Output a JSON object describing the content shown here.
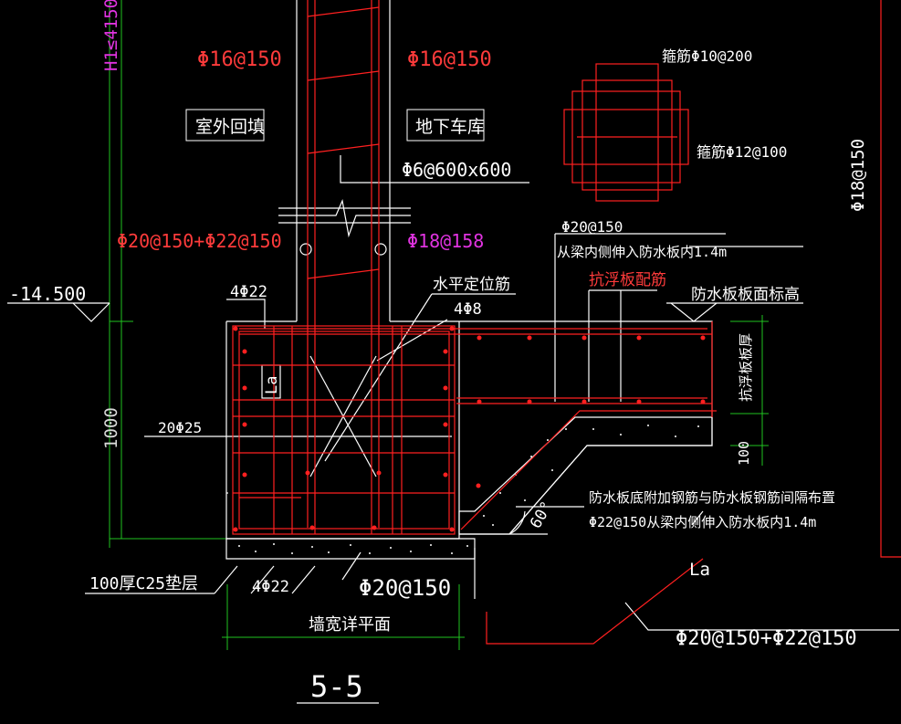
{
  "colors": {
    "background": "#000000",
    "rebar": "#ff2020",
    "dimension": "#21c221",
    "annotation": "#ffffff",
    "highlight": "#e033e0",
    "concrete": "#ffffff"
  },
  "labels": {
    "h1_limit": "H1≤4150",
    "rebar_phi16_left": "Φ16@150",
    "rebar_phi16_right": "Φ16@150",
    "room_outdoor_backfill": "室外回填",
    "room_garage": "地下车库",
    "tie_phi6": "Φ6@600x600",
    "rebar_phi20_22_left": "Φ20@150+Φ22@150",
    "rebar_phi18_158": "Φ18@158",
    "stirrup_phi10": "箍筋Φ10@200",
    "stirrup_phi12": "箍筋Φ12@100",
    "rebar_phi18_vertical": "Φ18@150",
    "rebar_phi20_top": "Φ20@150",
    "extend_note_top": "从梁内侧伸入防水板内1.4m",
    "uplift_slab_rebar": "抗浮板配筋",
    "slab_top_elevation": "防水板板面标高",
    "horizontal_locating_bar": "水平定位筋",
    "bar_4phi8": "4Φ8",
    "elevation": "-14.500",
    "bar_4phi22_top": "4Φ22",
    "anchor_la_box": "La",
    "dim_1000": "1000",
    "bar_20phi25": "20Φ25",
    "slab_thickness": "抗浮板板厚",
    "dim_100": "100",
    "note_additional_1": "防水板底附加钢筋与防水板钢筋间隔布置",
    "note_additional_2": "Φ22@150从梁内侧伸入防水板内1.4m",
    "angle_60": "60°",
    "cushion_layer": "100厚C25垫层",
    "bar_4phi22_bottom": "4Φ22",
    "rebar_phi20_bottom": "Φ20@150",
    "anchor_la_lower": "La",
    "wall_width_note": "墙宽详平面",
    "rebar_phi20_22_lower": "Φ20@150+Φ22@150",
    "section_id": "5-5"
  }
}
